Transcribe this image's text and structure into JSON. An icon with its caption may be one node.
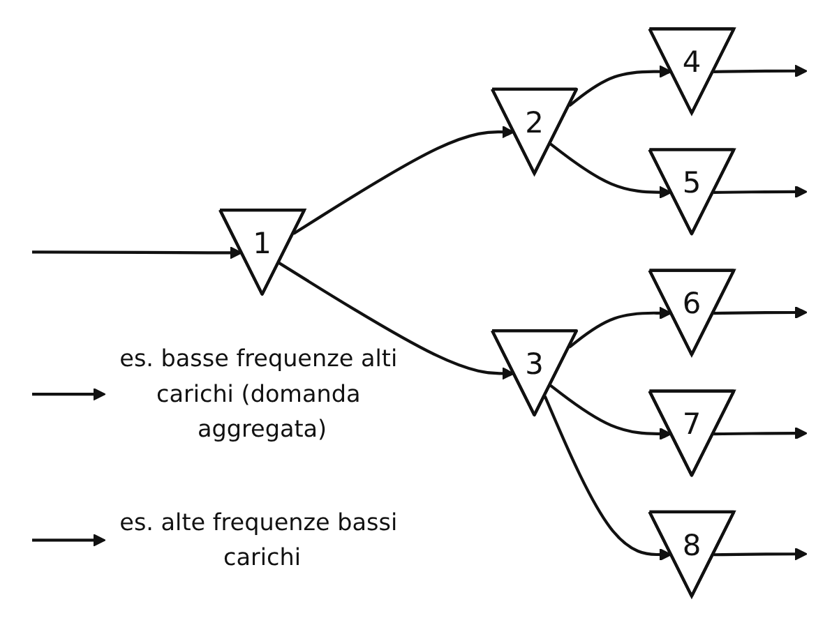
{
  "diagram": {
    "nodes": [
      {
        "text": [
          "1"
        ]
      },
      {
        "text": [
          "2"
        ]
      },
      {
        "text": [
          "3"
        ]
      },
      {
        "text": [
          "4"
        ]
      },
      {
        "text": [
          "5"
        ]
      },
      {
        "text": [
          "6"
        ]
      },
      {
        "text": [
          "7"
        ]
      },
      {
        "text": [
          "8"
        ]
      },
      {
        "text": [
          "es. basse frequenze alti carichi (domanda aggregata)"
        ]
      },
      {
        "text": [
          "es. alte frequenze bassi carichi"
        ]
      }
    ],
    "edges": [
      {
        "from": null,
        "to": 0,
        "arrow": "to"
      },
      {
        "from": 0,
        "to": 1,
        "arrow": "to"
      },
      {
        "from": 0,
        "to": 2,
        "arrow": "to"
      },
      {
        "from": 1,
        "to": 3,
        "arrow": "to"
      },
      {
        "from": 1,
        "to": 4,
        "arrow": "to"
      },
      {
        "from": 2,
        "to": 5,
        "arrow": "to"
      },
      {
        "from": 2,
        "to": 6,
        "arrow": "to"
      },
      {
        "from": 2,
        "to": 7,
        "arrow": "to"
      },
      {
        "from": 3,
        "to": null,
        "arrow": "to"
      },
      {
        "from": 4,
        "to": null,
        "arrow": "to"
      },
      {
        "from": 5,
        "to": null,
        "arrow": "to"
      },
      {
        "from": 6,
        "to": null,
        "arrow": "to"
      },
      {
        "from": 7,
        "to": null,
        "arrow": "to"
      },
      {
        "from": null,
        "to": 8,
        "arrow": "to"
      },
      {
        "from": null,
        "to": 9,
        "arrow": "to"
      }
    ]
  }
}
